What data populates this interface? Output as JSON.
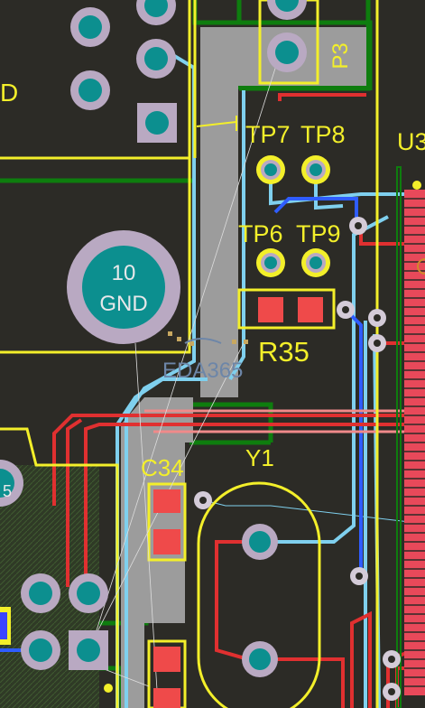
{
  "board": {
    "background": "#2c2b26",
    "copper_pour_color": "#9c9c9c",
    "pad_color": "#ef4a4a",
    "silkscreen_color": "#f3ef2a",
    "bottom_trace_color": "#7fd0ee",
    "top_trace_color": "#e03030",
    "outline_color": "#0e7d0e"
  },
  "labels": {
    "p3": "P3",
    "tp7": "TP7",
    "tp8": "TP8",
    "tp6": "TP6",
    "tp9": "TP9",
    "u3": "U3",
    "r35": "R35",
    "c34": "C34",
    "y1": "Y1",
    "gnd_number": "10",
    "gnd_name": "GND",
    "d_partial": "D",
    "left_partial": "5"
  },
  "watermark": "EDA365"
}
